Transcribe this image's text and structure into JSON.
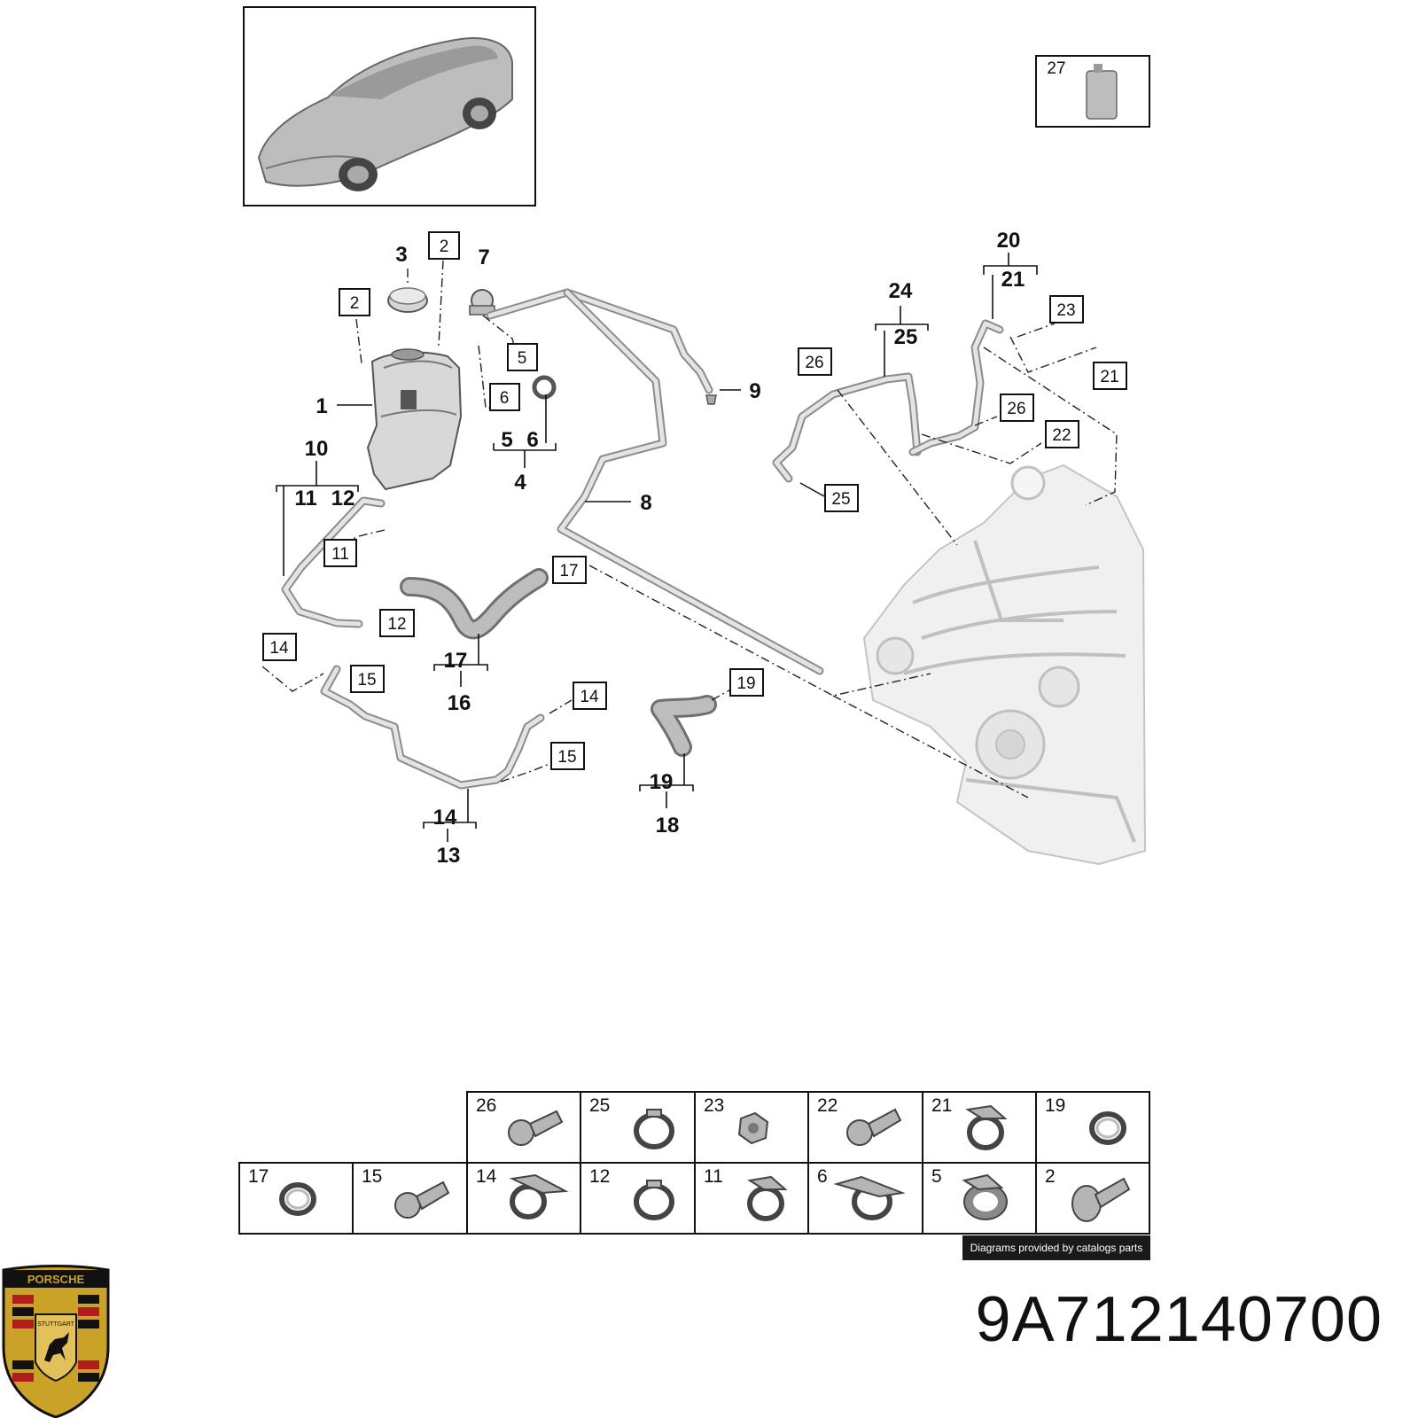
{
  "part_number": "9A712140700",
  "credit": "Diagrams provided by catalogs parts",
  "logo": {
    "name": "porsche-crest",
    "text_top": "PORSCHE",
    "text_mid": "STUTTGART",
    "colors": [
      "#c9a227",
      "#b11d1d",
      "#111111"
    ]
  },
  "callouts": {
    "c1": "1",
    "c3": "3",
    "c4": "4",
    "c5": "5",
    "c6": "6",
    "c7": "7",
    "c8": "8",
    "c9": "9",
    "c10": "10",
    "c11": "11",
    "c12": "12",
    "c13": "13",
    "c14": "14",
    "c16": "16",
    "c17": "17",
    "c18": "18",
    "c19": "19",
    "c20": "20",
    "c21": "21",
    "c24": "24",
    "c25": "25"
  },
  "boxed_labels": {
    "b2a": "2",
    "b2b": "2",
    "b5": "5",
    "b6": "6",
    "b11": "11",
    "b12": "12",
    "b14a": "14",
    "b14b": "14",
    "b15a": "15",
    "b15b": "15",
    "b17": "17",
    "b19": "19",
    "b21": "21",
    "b22": "22",
    "b23": "23",
    "b25": "25",
    "b26a": "26",
    "b26b": "26",
    "b27": "27"
  },
  "hardware_table": {
    "row1": [
      "26",
      "25",
      "23",
      "22",
      "21",
      "19"
    ],
    "row2": [
      "17",
      "15",
      "14",
      "12",
      "11",
      "6",
      "5",
      "2"
    ]
  }
}
